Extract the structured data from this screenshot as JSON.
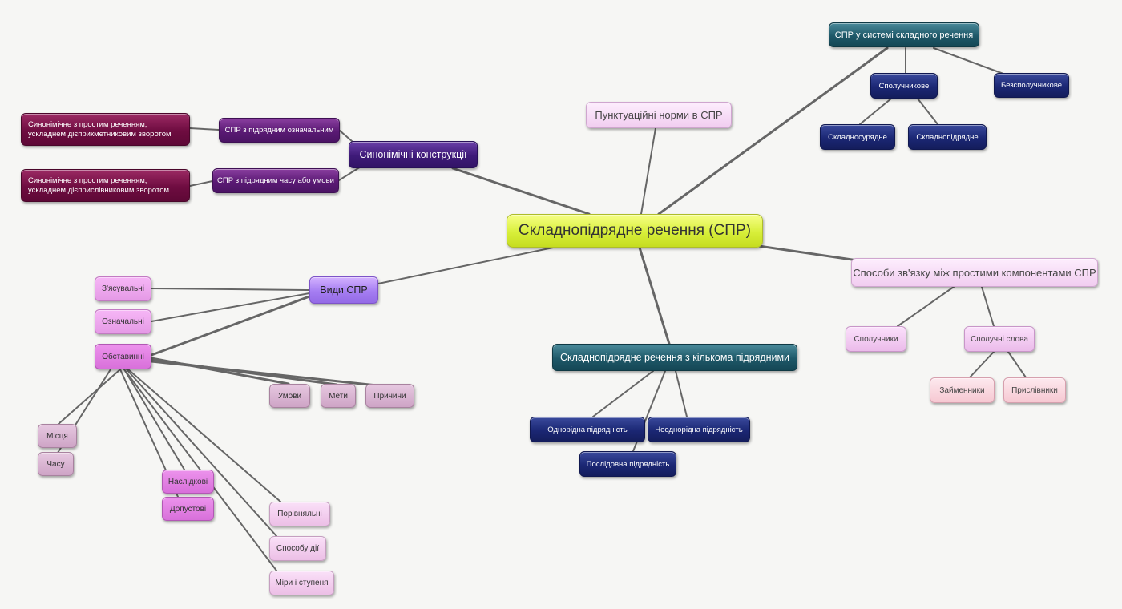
{
  "mindmap": {
    "root": {
      "label": "Складнопідрядне речення (СПР)"
    },
    "system": {
      "label": "СПР у системі складного речення",
      "conj": "Сполучникове",
      "nonconj": "Безсполучникове",
      "coord": "Складносурядне",
      "subord": "Складнопідрядне"
    },
    "punctuation": {
      "label": "Пунктуаційні норми в СПР"
    },
    "synonymic": {
      "label": "Синонімічні конструкції",
      "attributive": "СПР з підрядним означальним",
      "time_condition": "СПР з підрядним часу або умови",
      "participle": "Синонімічне з простим реченням,\nускладнем дієприкметниковим зворотом",
      "adverbial_participle": "Синонімічне з простим реченням,\nускладнем дієприслівниковим зворотом"
    },
    "links": {
      "label": "Способи зв'язку між простими компонентами СПР",
      "conjunctions": "Сполучники",
      "conj_words": "Сполучні слова",
      "pronouns": "Займенники",
      "adverbs": "Прислівники"
    },
    "multi": {
      "label": "Складнопідрядне речення з кількома підрядними",
      "homogeneous": "Однорідна підрядність",
      "heterogeneous": "Неоднорідна підрядність",
      "sequential": "Послідовна підрядність"
    },
    "types": {
      "label": "Види СПР",
      "explanatory": "З'ясувальні",
      "attributive": "Означальні",
      "adverbial": "Обставинні",
      "condition": "Умови",
      "purpose": "Мети",
      "cause": "Причини",
      "place": "Місця",
      "time": "Часу",
      "consequence": "Наслідкові",
      "concessive": "Допустові",
      "comparative": "Порівняльні",
      "manner": "Способу дії",
      "degree": "Міри і ступеня"
    }
  }
}
